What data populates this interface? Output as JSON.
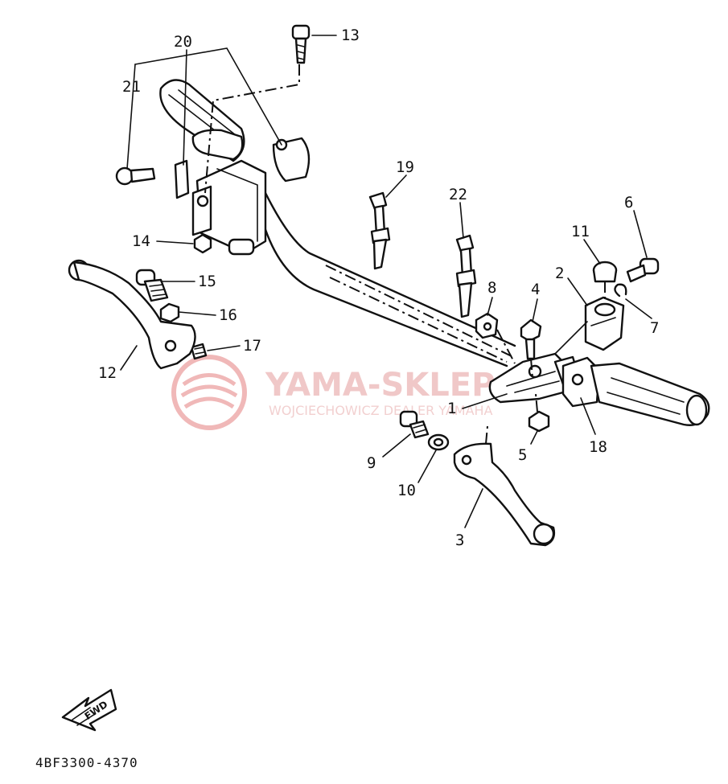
{
  "diagram": {
    "drawing_code": "4BF3300-4370",
    "fwd_label": "FWD",
    "watermark": {
      "title": "YAMA-SKLEP",
      "subtitle": "WOJCIECHOWICZ DEALER YAMAHA",
      "color": "#e8a0a0"
    },
    "callouts": {
      "c1": "1",
      "c2": "2",
      "c3": "3",
      "c4": "4",
      "c5": "5",
      "c6": "6",
      "c7": "7",
      "c8": "8",
      "c9": "9",
      "c10": "10",
      "c11": "11",
      "c12": "12",
      "c13": "13",
      "c14": "14",
      "c15": "15",
      "c16": "16",
      "c17": "17",
      "c18": "18",
      "c19": "19",
      "c20": "20",
      "c21": "21",
      "c22": "22"
    }
  }
}
